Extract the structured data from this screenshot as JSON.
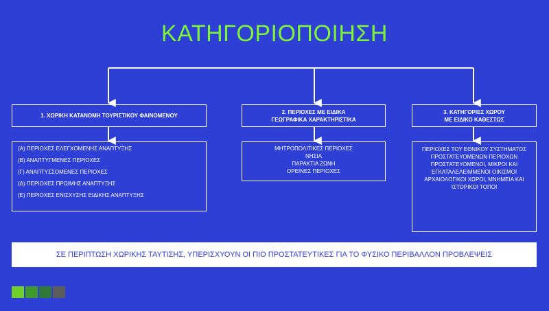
{
  "title": "ΚΑΤΗΓΟΡΙΟΠΟΙΗΣΗ",
  "categories": [
    {
      "heading": [
        "1. ΧΩΡΙΚΗ ΚΑΤΑΝΟΜΗ ΤΟΥΡΙΣΤΙΚΟΥ ΦΑΙΝΟΜΕΝΟΥ"
      ],
      "items": [
        "(Α) ΠΕΡΙΟΧΕΣ ΕΛΕΓΧΟΜΕΝΗΣ ΑΝΑΠΤΥΞΗΣ",
        "(Β) ΑΝΑΠΤΥΓΜΕΝΕΣ ΠΕΡΙΟΧΕΣ",
        "(Γ) ΑΝΑΠΤΥΣΣΟΜΕΝΕΣ ΠΕΡΙΟΧΕΣ",
        "(Δ) ΠΕΡΙΟΧΕΣ ΠΡΩΙΜΗΣ  ΑΝΑΠΤΥΞΗΣ",
        "(Ε) ΠΕΡΙΟΧΕΣ ΕΝΙΣΧΥΣΗΣ ΕΙΔΙΚΗΣ ΑΝΑΠΤΥΞΗΣ"
      ]
    },
    {
      "heading": [
        "2. ΠΕΡΙΟΧΕΣ ΜΕ ΕΙΔΙΚΑ",
        "ΓΕΩΓΡΑΦΙΚΑ ΧΑΡΑΚΤΗΡΙΣΤΙΚΑ"
      ],
      "items": [
        "ΜΗΤΡΟΠΟΛΙΤΙΚΕΣ ΠΕΡΙΟΧΕΣ",
        "ΝΗΣΙΑ",
        "ΠΑΡΑΚΤΙΑ ΖΩΝΗ",
        "ΟΡΕΙΝΕΣ ΠΕΡΙΟΧΕΣ"
      ]
    },
    {
      "heading": [
        "3. ΚΑΤΗΓΟΡΙΕΣ ΧΩΡΟΥ",
        "ΜΕ ΕΙΔΙΚΟ ΚΑΘΕΣΤΩΣ"
      ],
      "description": "ΠΕΡΙΟΧΕΣ ΤΟΥ ΕΘΝΙΚΟΥ ΣΥΣΤΗΜΑΤΟΣ ΠΡΟΣΤΑΤΕΥΟΜΕΝΩΝ ΠΕΡΙΟΧΩΝ ΠΡΟΣΤΑΤΕΥΟΜΕΝΟΙ, ΜΙΚΡΟΙ ΚΑΙ ΕΓΚΑΤΑΛΕΛΕΙΜΜΕΝΟΙ ΟΙΚΙΣΜΟΙ ΑΡΧΑΙΟΛΟΓΙΚΟΙ ΧΩΡΟΙ, ΜΝΗΜΕΙΑ ΚΑΙ ΙΣΤΟΡΙΚΟΙ ΤΟΠΟΙ"
    }
  ],
  "banner": "ΣΕ ΠΕΡΙΠΤΩΣΗ ΧΩΡΙΚΗΣ ΤΑΥΤΙΣΗΣ, ΥΠΕΡΙΣΧΥΟΥΝ ΟΙ ΠΙΟ ΠΡΟΣΤΑΤΕΥΤΙΚΕΣ ΓΙΑ ΤΟ ΦΥΣΙΚΟ ΠΕΡΙΒΑΛΛΟΝ ΠΡΟΒΛΕΨΕΙΣ",
  "colors": {
    "background": "#2e3fd6",
    "title": "#7ef33a",
    "squares": [
      "#6fcf2a",
      "#3f9a2e",
      "#2f7a3a",
      "#5c5c5c"
    ]
  }
}
